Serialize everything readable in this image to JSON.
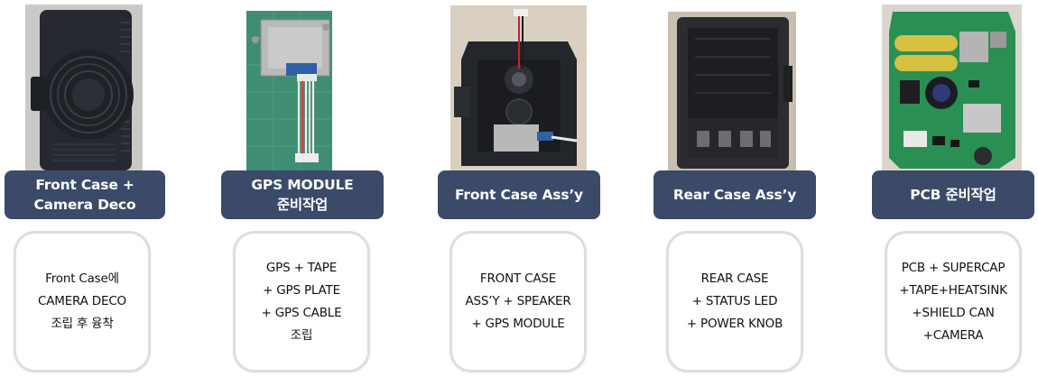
{
  "steps": [
    {
      "photo_icon": "front-case-photo",
      "title_lines": [
        "Front Case +",
        "Camera Deco"
      ],
      "desc_lines": [
        "Front Case에",
        "CAMERA DECO",
        "조립 후 융착"
      ]
    },
    {
      "photo_icon": "gps-module-photo",
      "title_lines": [
        "GPS MODULE",
        "준비작업"
      ],
      "desc_lines": [
        "GPS + TAPE",
        "+ GPS PLATE",
        "+ GPS CABLE",
        "조립"
      ]
    },
    {
      "photo_icon": "front-case-assy-photo",
      "title_lines": [
        "Front Case Ass’y"
      ],
      "desc_lines": [
        "FRONT CASE",
        "ASS’Y + SPEAKER",
        "+ GPS MODULE"
      ]
    },
    {
      "photo_icon": "rear-case-assy-photo",
      "title_lines": [
        "Rear Case Ass’y"
      ],
      "desc_lines": [
        "REAR CASE",
        "+  STATUS LED",
        "+ POWER KNOB"
      ]
    },
    {
      "photo_icon": "pcb-photo",
      "title_lines": [
        "PCB 준비작업"
      ],
      "desc_lines": [
        "PCB + SUPERCAP",
        "+TAPE+HEATSINK",
        "+SHIELD CAN",
        "+CAMERA"
      ]
    }
  ],
  "colors": {
    "label_bg": "#3b4a69",
    "label_text": "#ffffff",
    "box_border": "#dedede"
  }
}
